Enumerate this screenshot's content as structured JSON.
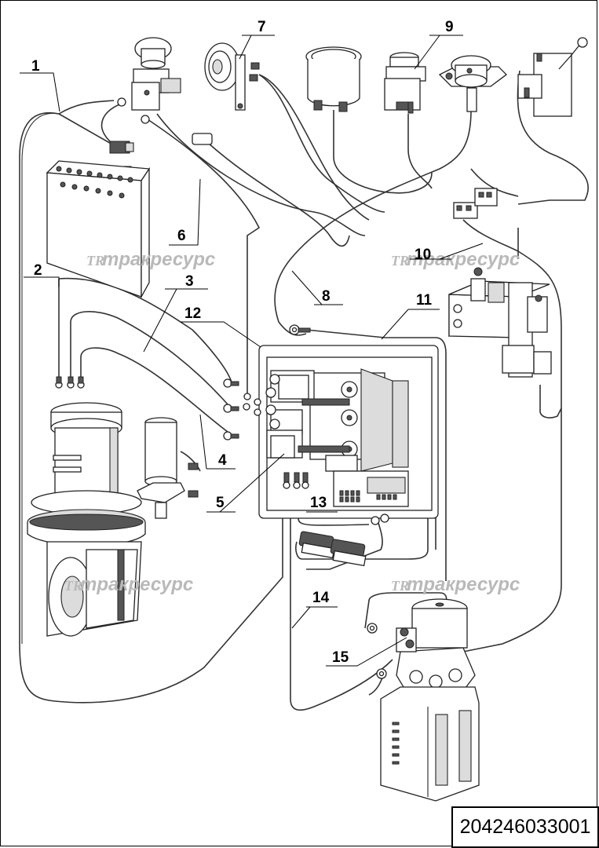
{
  "callouts": {
    "c1": "1",
    "c2": "2",
    "c3": "3",
    "c4": "4",
    "c5": "5",
    "c6": "6",
    "c7": "7",
    "c8": "8",
    "c9": "9",
    "c10": "10",
    "c11": "11",
    "c12": "12",
    "c13": "13",
    "c14": "14",
    "c15": "15"
  },
  "watermark": {
    "logo": "TR",
    "text": "тракресурс"
  },
  "part_number": "204246033001"
}
